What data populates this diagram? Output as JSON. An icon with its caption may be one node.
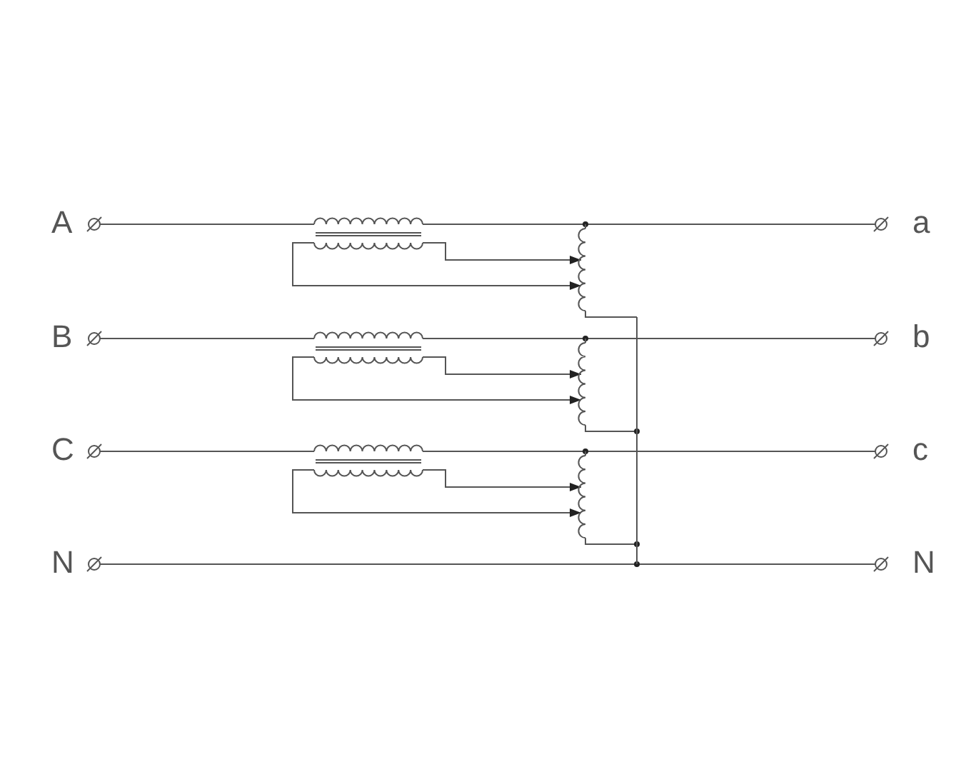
{
  "diagram": {
    "labels": [
      "A",
      "a",
      "B",
      "b",
      "C",
      "c",
      "N",
      "N"
    ]
  }
}
